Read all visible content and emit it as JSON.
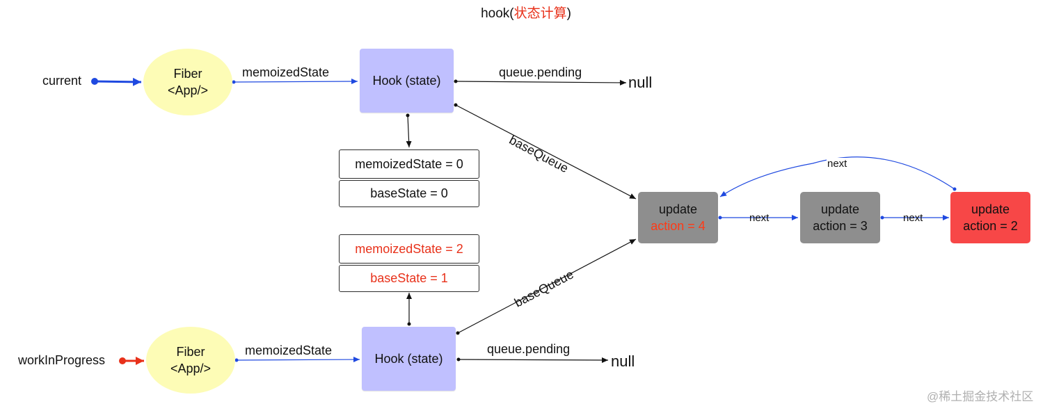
{
  "title": {
    "prefix": "hook(",
    "highlight": "状态计算",
    "suffix": ")"
  },
  "current_label": "current",
  "wip_label": "workInProgress",
  "fiber_top": {
    "line1": "Fiber",
    "line2": "<App/>"
  },
  "fiber_bottom": {
    "line1": "Fiber",
    "line2": "<App/>"
  },
  "edge_memoized_top": "memoizedState",
  "edge_memoized_bottom": "memoizedState",
  "hook_top": "Hook (state)",
  "hook_bottom": "Hook (state)",
  "queue_pending_top": "queue.pending",
  "queue_pending_bottom": "queue.pending",
  "null_top": "null",
  "null_bottom": "null",
  "base_queue_top": "baseQueue",
  "base_queue_bottom": "baseQueue",
  "state_top": {
    "memoized": "memoizedState = 0",
    "base": "baseState = 0"
  },
  "state_bottom": {
    "memoized": "memoizedState = 2",
    "base": "baseState = 1"
  },
  "updates": [
    {
      "title": "update",
      "action": "action = 4"
    },
    {
      "title": "update",
      "action": "action = 3"
    },
    {
      "title": "update",
      "action": "action = 2"
    }
  ],
  "next_labels": [
    "next",
    "next",
    "next"
  ],
  "watermark": "@稀土掘金技术社区",
  "colors": {
    "hook": "#c0c0ff",
    "fiber": "#fdfcb6",
    "update_gray": "#8e8e8e",
    "update_red": "#f74747",
    "highlight": "#e8311a",
    "blue_arrow": "#1f49e0"
  }
}
